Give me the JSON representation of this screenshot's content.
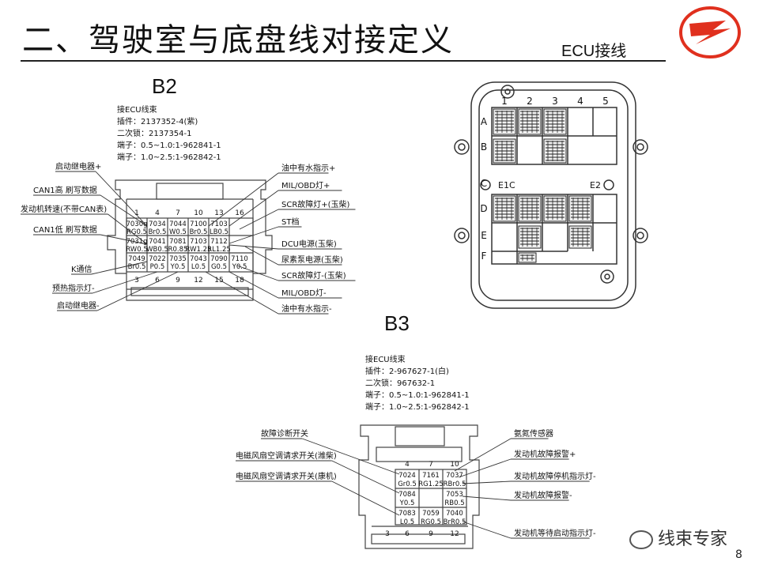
{
  "header": {
    "title": "二、驾驶室与底盘线对接定义",
    "subtitle": "ECU接线",
    "page_number": "8",
    "brand_text": "线束专家"
  },
  "b2": {
    "label": "B2",
    "spec_lines": [
      "接ECU线束",
      "插件：2137352-4(紫)",
      "二次锁：2137354-1",
      "端子：0.5~1.0:1-962841-1",
      "端子：1.0~2.5:1-962842-1"
    ],
    "top_numbers": [
      "1",
      "4",
      "7",
      "10",
      "13",
      "16"
    ],
    "bottom_numbers": [
      "3",
      "6",
      "9",
      "12",
      "15",
      "18"
    ],
    "left_labels": [
      "启动继电器+",
      "CAN1高 刷写数据",
      "发动机转速(不带CAN表)",
      "CAN1低 刷写数据",
      "K通信",
      "预热指示灯-",
      "启动继电器-"
    ],
    "right_labels": [
      "油中有水指示+",
      "MIL/OBD灯+",
      "SCR故障灯+(玉柴)",
      "ST档",
      "DCU电源(玉柴)",
      "尿素泵电源(玉柴)",
      "SCR故障灯-(玉柴)",
      "MIL/OBD灯-",
      "油中有水指示-"
    ],
    "rows": [
      [
        {
          "n": "7030g",
          "w": "RG0.5"
        },
        {
          "n": "7034",
          "w": "Br0.5"
        },
        {
          "n": "7044",
          "w": "W0.5"
        },
        {
          "n": "7100",
          "w": "Br0.5"
        },
        {
          "n": "7103",
          "w": "LB0.5"
        }
      ],
      [
        {
          "n": "7031g",
          "w": "RW0.5"
        },
        {
          "n": "7041",
          "w": "WB0.5"
        },
        {
          "n": "7081",
          "w": "R0.85"
        },
        {
          "n": "7103",
          "w": "RW1.25"
        },
        {
          "n": "7112",
          "w": "RL1.25"
        }
      ],
      [
        {
          "n": "7049",
          "w": "Br0.5"
        },
        {
          "n": "7022",
          "w": "P0.5"
        },
        {
          "n": "7035",
          "w": "Y0.5"
        },
        {
          "n": "7043",
          "w": "L0.5"
        },
        {
          "n": "7090",
          "w": "G0.5"
        },
        {
          "n": "7110",
          "w": "Y0.5"
        }
      ]
    ]
  },
  "b3": {
    "label": "B3",
    "spec_lines": [
      "接ECU线束",
      "插件：2-967627-1(白)",
      "二次锁：967632-1",
      "端子：0.5~1.0:1-962841-1",
      "端子：1.0~2.5:1-962842-1"
    ],
    "top_numbers": [
      "4",
      "7",
      "10"
    ],
    "bottom_numbers": [
      "3",
      "6",
      "9",
      "12"
    ],
    "left_labels": [
      "故障诊断开关",
      "电磁风扇空调请求开关(潍柴)",
      "电磁风扇空调请求开关(康机)"
    ],
    "right_labels": [
      "氨氮传感器",
      "发动机故障报警+",
      "发动机故障停机指示灯-",
      "发动机故障报警-",
      "发动机等待启动指示灯-"
    ],
    "rows": [
      [
        {
          "n": "7024",
          "w": "Gr0.5"
        },
        {
          "n": "7161",
          "w": "RG1.25"
        },
        {
          "n": "7037",
          "w": "RBr0.5"
        }
      ],
      [
        {
          "n": "7084",
          "w": "Y0.5"
        },
        {
          "n": "",
          "w": ""
        },
        {
          "n": "7053",
          "w": "RB0.5"
        }
      ],
      [
        {
          "n": "7083",
          "w": "L0.5"
        },
        {
          "n": "7059",
          "w": "RG0.5"
        },
        {
          "n": "7040",
          "w": "BrR0.5"
        }
      ]
    ]
  },
  "ecu": {
    "col_numbers": [
      "1",
      "2",
      "3",
      "4",
      "5"
    ],
    "row_letters": [
      "A",
      "B",
      "C",
      "D",
      "E",
      "F"
    ],
    "ground_left": "E1C",
    "ground_right": "E2"
  },
  "colors": {
    "ink": "#111111",
    "accent_red": "#e0301e",
    "line_gray": "#444444"
  }
}
